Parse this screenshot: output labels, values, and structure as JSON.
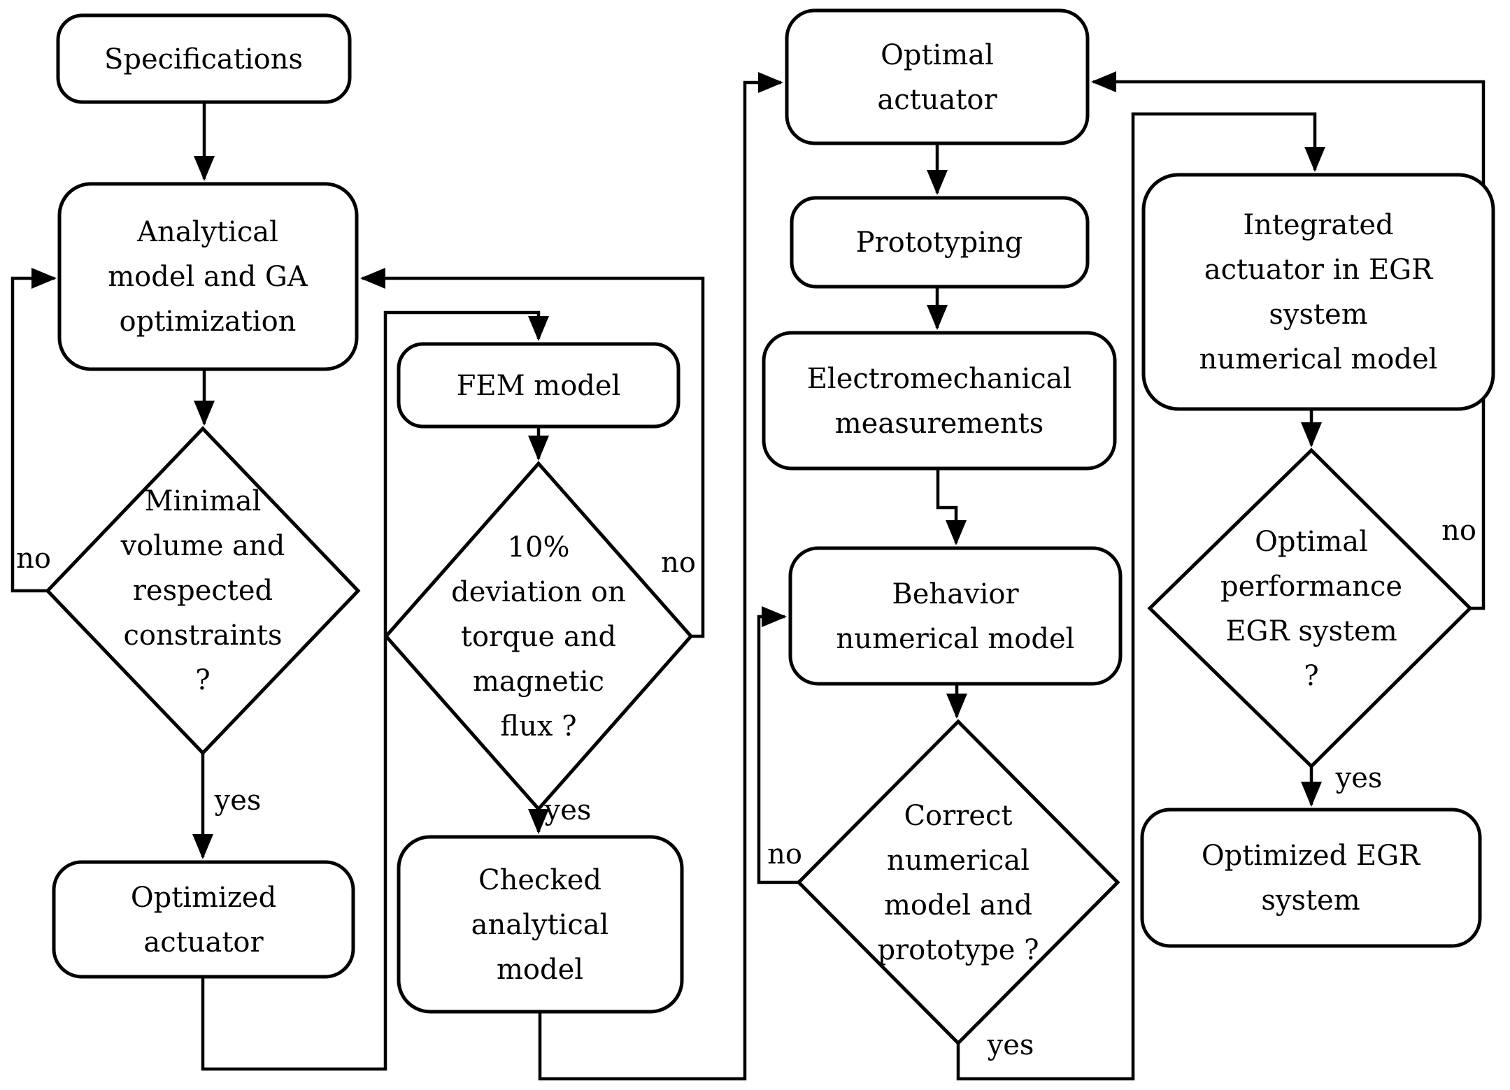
{
  "diagram": {
    "type": "flowchart",
    "background": "#ffffff",
    "line_color": "#000000",
    "text_color": "#000000"
  },
  "nodes": {
    "specifications": {
      "type": "process",
      "lines": [
        "Specifications"
      ]
    },
    "analytical_model": {
      "type": "process",
      "lines": [
        "Analytical",
        "model and GA",
        "optimization"
      ]
    },
    "minimal_volume_decision": {
      "type": "decision",
      "lines": [
        "Minimal",
        "volume and",
        "respected",
        "constraints",
        "?"
      ]
    },
    "optimized_actuator": {
      "type": "process",
      "lines": [
        "Optimized",
        "actuator"
      ]
    },
    "fem_model": {
      "type": "process",
      "lines": [
        "FEM model"
      ]
    },
    "deviation_decision": {
      "type": "decision",
      "lines": [
        "10%",
        "deviation on",
        "torque and",
        "magnetic",
        "flux ?"
      ]
    },
    "checked_analytical": {
      "type": "process",
      "lines": [
        "Checked",
        "analytical",
        "model"
      ]
    },
    "optimal_actuator": {
      "type": "process",
      "lines": [
        "Optimal",
        "actuator"
      ]
    },
    "prototyping": {
      "type": "process",
      "lines": [
        "Prototyping"
      ]
    },
    "electromechanical": {
      "type": "process",
      "lines": [
        "Electromechanical",
        "measurements"
      ]
    },
    "behavior_model": {
      "type": "process",
      "lines": [
        "Behavior",
        "numerical model"
      ]
    },
    "correct_model_decision": {
      "type": "decision",
      "lines": [
        "Correct",
        "numerical",
        "model and",
        "prototype ?"
      ]
    },
    "integrated_actuator": {
      "type": "process",
      "lines": [
        "Integrated",
        "actuator in EGR",
        "system",
        "numerical model"
      ]
    },
    "optimal_performance_decision": {
      "type": "decision",
      "lines": [
        "Optimal",
        "performance",
        "EGR system",
        "?"
      ]
    },
    "optimized_egr": {
      "type": "process",
      "lines": [
        "Optimized EGR",
        "system"
      ]
    }
  },
  "edge_labels": {
    "d1_no": "no",
    "d1_yes": "yes",
    "d2_no": "no",
    "d2_yes": "yes",
    "d3_no": "no",
    "d3_yes": "yes",
    "d4_no": "no",
    "d4_yes": "yes"
  },
  "edges": [
    {
      "from": "specifications",
      "to": "analytical_model",
      "label": ""
    },
    {
      "from": "analytical_model",
      "to": "minimal_volume_decision",
      "label": ""
    },
    {
      "from": "minimal_volume_decision",
      "to": "optimized_actuator",
      "label": "yes"
    },
    {
      "from": "minimal_volume_decision",
      "to": "analytical_model",
      "label": "no"
    },
    {
      "from": "optimized_actuator",
      "to": "fem_model",
      "label": ""
    },
    {
      "from": "fem_model",
      "to": "deviation_decision",
      "label": ""
    },
    {
      "from": "deviation_decision",
      "to": "checked_analytical",
      "label": "yes"
    },
    {
      "from": "deviation_decision",
      "to": "analytical_model",
      "label": "no"
    },
    {
      "from": "checked_analytical",
      "to": "optimal_actuator",
      "label": ""
    },
    {
      "from": "optimal_actuator",
      "to": "prototyping",
      "label": ""
    },
    {
      "from": "prototyping",
      "to": "electromechanical",
      "label": ""
    },
    {
      "from": "electromechanical",
      "to": "behavior_model",
      "label": ""
    },
    {
      "from": "behavior_model",
      "to": "correct_model_decision",
      "label": ""
    },
    {
      "from": "correct_model_decision",
      "to": "behavior_model",
      "label": "no"
    },
    {
      "from": "correct_model_decision",
      "to": "integrated_actuator",
      "label": "yes"
    },
    {
      "from": "integrated_actuator",
      "to": "optimal_performance_decision",
      "label": ""
    },
    {
      "from": "optimal_performance_decision",
      "to": "optimized_egr",
      "label": "yes"
    },
    {
      "from": "optimal_performance_decision",
      "to": "optimal_actuator",
      "label": "no"
    }
  ]
}
